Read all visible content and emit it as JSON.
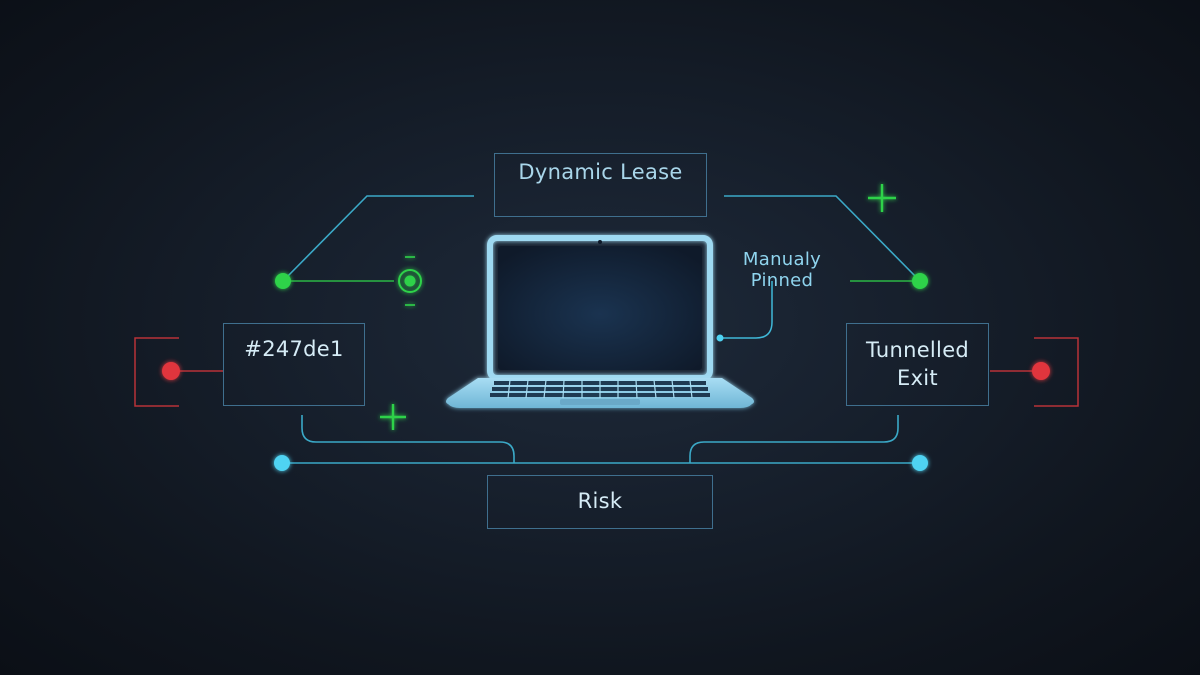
{
  "labels": {
    "dynamic_lease": "Dynamic Lease",
    "manually_pinned": "Manualy\nPinned",
    "hex_code": "#247de1",
    "tunnelled_exit": "Tunnelled\nExit",
    "risk": "Risk"
  },
  "colors": {
    "background": "#141c28",
    "line_cyan": "#3fb8d8",
    "node_cyan": "#4fd3f2",
    "node_green": "#2fd24a",
    "node_red": "#e0353c",
    "bracket_red": "#b83238",
    "box_border": "#3f6f8e",
    "text_light": "#cfe6f2",
    "text_cyan": "#8fd4ee",
    "laptop": "#9ed9f1"
  },
  "icons": [
    "laptop-icon",
    "plus-icon",
    "target-icon"
  ]
}
